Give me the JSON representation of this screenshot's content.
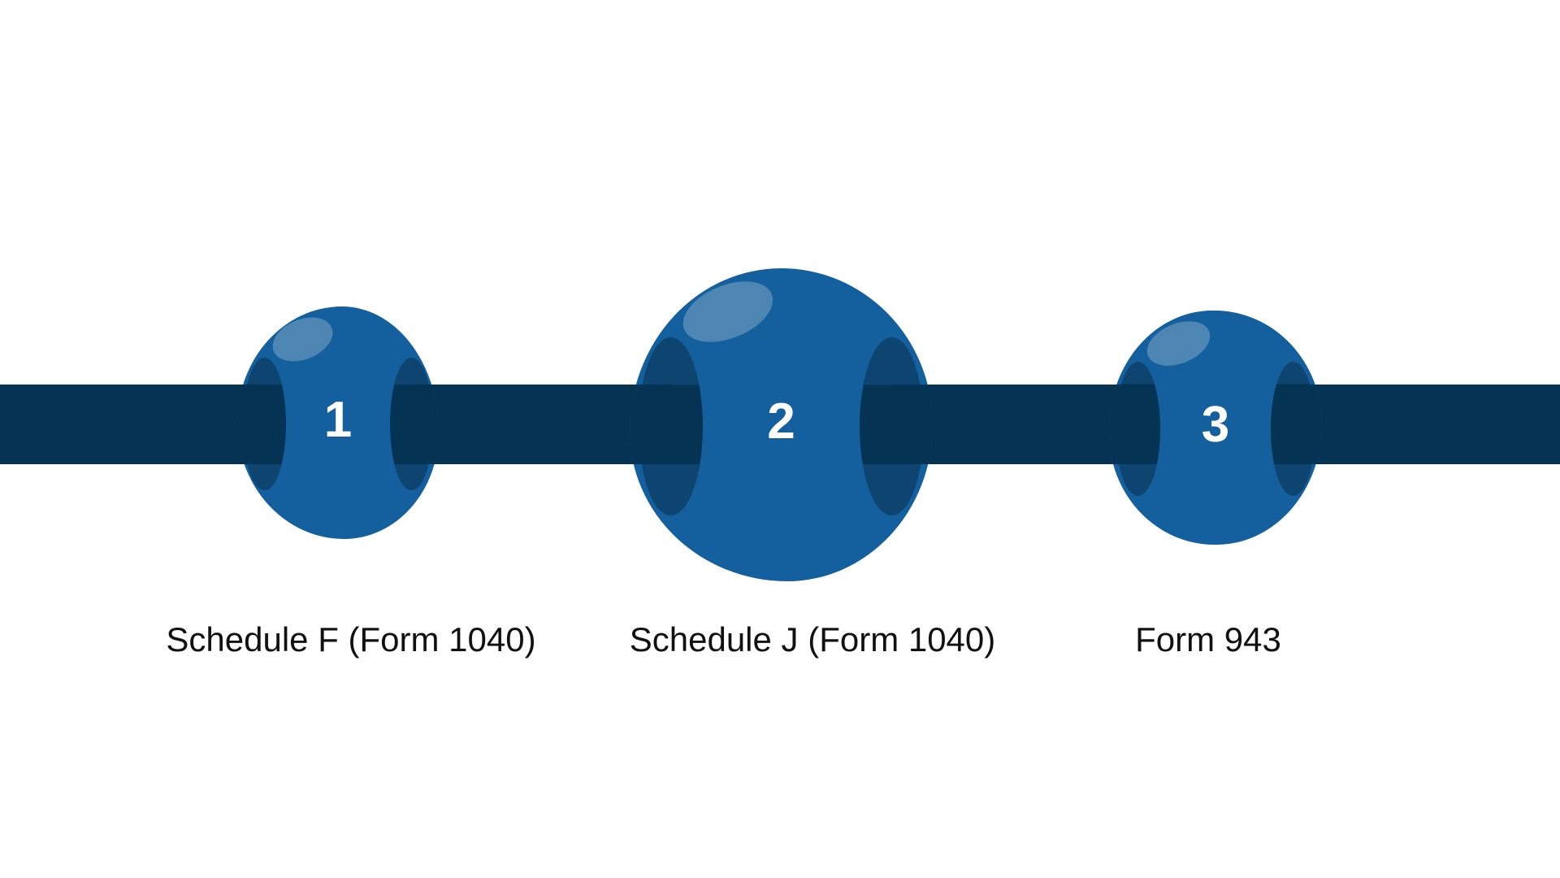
{
  "colors": {
    "page_bg": "#ffffff",
    "bar": "#043353",
    "bead_body": "#145f9e",
    "bead_hole": "#0d4470",
    "bead_highlight": "#4d86b3",
    "number_text": "#ffffff",
    "label_text": "#111111"
  },
  "diagram": {
    "type": "bead-timeline",
    "steps": [
      {
        "number": "1",
        "label": "Schedule F (Form 1040)"
      },
      {
        "number": "2",
        "label": "Schedule J (Form 1040)"
      },
      {
        "number": "3",
        "label": "Form 943"
      }
    ]
  }
}
